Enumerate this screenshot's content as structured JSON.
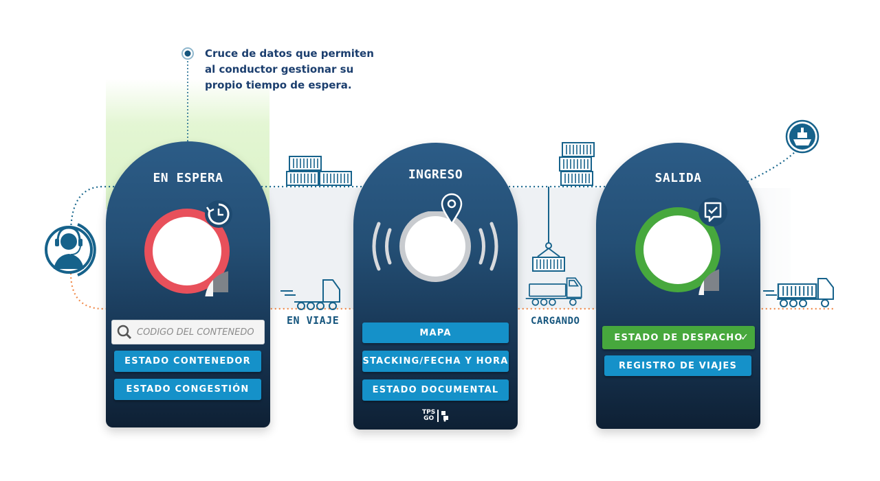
{
  "annotation": {
    "line1": "Cruce de datos que permiten",
    "line2": "al conductor gestionar su",
    "line3": "propio tiempo de espera."
  },
  "stages": {
    "en_espera": {
      "title": "EN ESPERA",
      "search_placeholder": "CÓDIGO DEL CONTENEDOR",
      "buttons": [
        "ESTADO CONTENEDOR",
        "ESTADO CONGESTIÓN"
      ],
      "status_icon": "clock-refresh-icon"
    },
    "ingreso": {
      "title": "INGRESO",
      "buttons": [
        "MAPA",
        "STACKING/FECHA Y HORA",
        "ESTADO DOCUMENTAL"
      ],
      "logo_top": "TPS",
      "logo_bottom": "GO",
      "status_icon": "location-pin-icon"
    },
    "salida": {
      "title": "SALIDA",
      "buttons": [
        "ESTADO DE DESPACHO",
        "REGISTRO DE VIAJES"
      ],
      "check": "✓",
      "status_icon": "chat-check-icon"
    }
  },
  "transitions": {
    "en_viaje": "EN VIAJE",
    "cargando": "CARGANDO"
  },
  "colors": {
    "navy": "#1e4a70",
    "button_blue": "#1591c9",
    "green": "#47a83d",
    "red_ring": "#e8505b",
    "teal_icon": "#16628b",
    "orange_dots": "#f08a4b"
  }
}
